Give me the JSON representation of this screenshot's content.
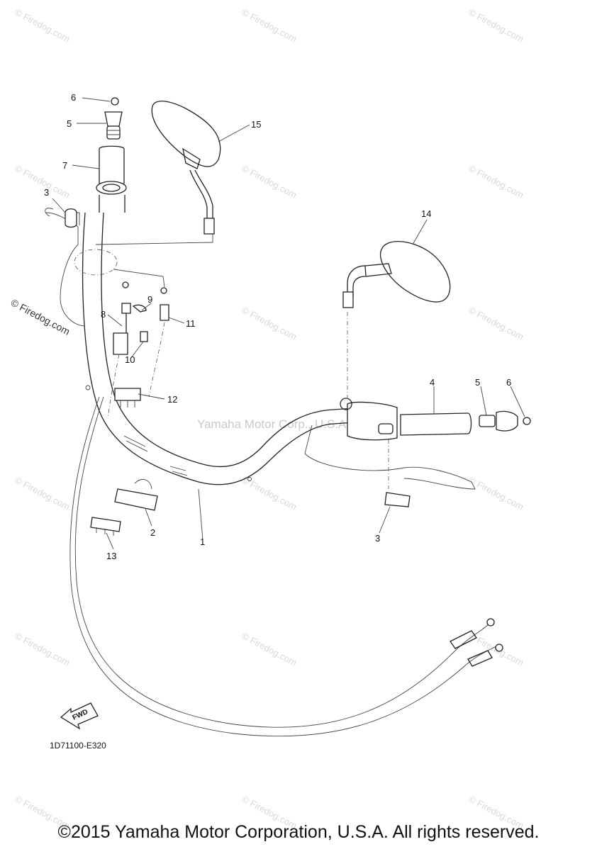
{
  "watermark": {
    "text": "© Firedog.com"
  },
  "center_watermark": "Yamaha Motor Corp., U.S.A.",
  "diagram_code": "1D71100-E320",
  "fwd_label": "FWD",
  "copyright": "©2015 Yamaha Motor Corporation, U.S.A. All rights reserved.",
  "callouts": [
    {
      "id": "c6a",
      "label": "6"
    },
    {
      "id": "c5a",
      "label": "5"
    },
    {
      "id": "c7",
      "label": "7"
    },
    {
      "id": "c3a",
      "label": "3"
    },
    {
      "id": "c15",
      "label": "15"
    },
    {
      "id": "c14",
      "label": "14"
    },
    {
      "id": "c8",
      "label": "8"
    },
    {
      "id": "c9",
      "label": "9"
    },
    {
      "id": "c10",
      "label": "10"
    },
    {
      "id": "c11",
      "label": "11"
    },
    {
      "id": "c12",
      "label": "12"
    },
    {
      "id": "c4",
      "label": "4"
    },
    {
      "id": "c5b",
      "label": "5"
    },
    {
      "id": "c6b",
      "label": "6"
    },
    {
      "id": "c2",
      "label": "2"
    },
    {
      "id": "c1",
      "label": "1"
    },
    {
      "id": "c13",
      "label": "13"
    },
    {
      "id": "c3b",
      "label": "3"
    }
  ]
}
